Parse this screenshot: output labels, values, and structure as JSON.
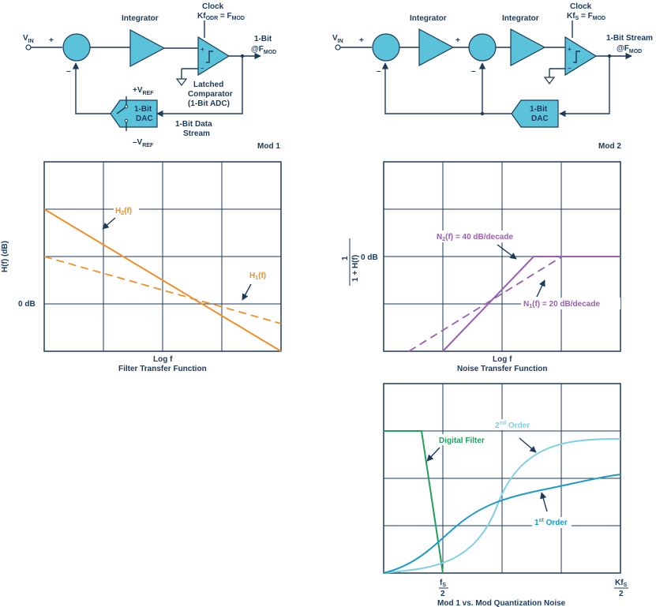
{
  "mod1": {
    "integrator": "Integrator",
    "clock": "Clock",
    "clock_eq": "Kf",
    "clock_eq_sub": "ODR",
    "clock_eq_rhs": " = F",
    "clock_eq_rhs_sub": "MOD",
    "vin": "V",
    "vin_sub": "IN",
    "plus": "+",
    "minus": "–",
    "output_line1": "1-Bit",
    "output_line2": "@F",
    "output_line2_sub": "MOD",
    "comparator_line1": "Latched",
    "comparator_line2": "Comparator",
    "comparator_line3": "(1-Bit ADC)",
    "vref_pos": "+V",
    "vref_pos_sub": "REF",
    "vref_neg": "–V",
    "vref_neg_sub": "REF",
    "dac_line1": "1-Bit",
    "dac_line2": "DAC",
    "stream_line1": "1-Bit Data",
    "stream_line2": "Stream",
    "caption": "Mod 1"
  },
  "mod2": {
    "integrator1": "Integrator",
    "integrator2": "Integrator",
    "clock": "Clock",
    "clock_eq": "Kf",
    "clock_eq_sub": "S",
    "clock_eq_rhs": " = F",
    "clock_eq_rhs_sub": "MOD",
    "vin": "V",
    "vin_sub": "IN",
    "plus": "+",
    "minus": "–",
    "output_line1": "1-Bit Stream",
    "output_line2": "@F",
    "output_line2_sub": "MOD",
    "dac_line1": "1-Bit",
    "dac_line2": "DAC",
    "caption": "Mod 2"
  },
  "filter_chart": {
    "ylabel": "H(f) (dB)",
    "zero_db": "0 dB",
    "xlabel": "Log f",
    "caption": "Filter Transfer Function",
    "h2": "H",
    "h2_sub": "2",
    "h2_rest": "(f)",
    "h1": "H",
    "h1_sub": "1",
    "h1_rest": "(f)",
    "color": "#f0902d"
  },
  "noise_chart": {
    "ylabel_num": "1",
    "ylabel_den": "1 + H(f)",
    "zero_db": "0 dB",
    "xlabel": "Log f",
    "caption": "Noise Transfer Function",
    "n2": "N",
    "n2_sub": "2",
    "n2_rest": "(f) = 40 dB/decade",
    "n1": "N",
    "n1_sub": "1",
    "n1_rest": "(f) = 20 dB/decade",
    "color": "#9b5fb0"
  },
  "quant_chart": {
    "digital_filter": "Digital Filter",
    "second": "2",
    "second_sup": "nd",
    "second_rest": " Order",
    "first": "1",
    "first_sup": "st",
    "first_rest": " Order",
    "fs_num": "f",
    "fs_num_sub": "S",
    "fs_den": "2",
    "kfs_num": "Kf",
    "kfs_num_sub": "S",
    "kfs_den": "2",
    "caption": "Mod 1 vs. Mod Quantization Noise",
    "filter_color": "#1fa05a",
    "first_color": "#1a9cc4",
    "second_color": "#7fd0e3"
  }
}
